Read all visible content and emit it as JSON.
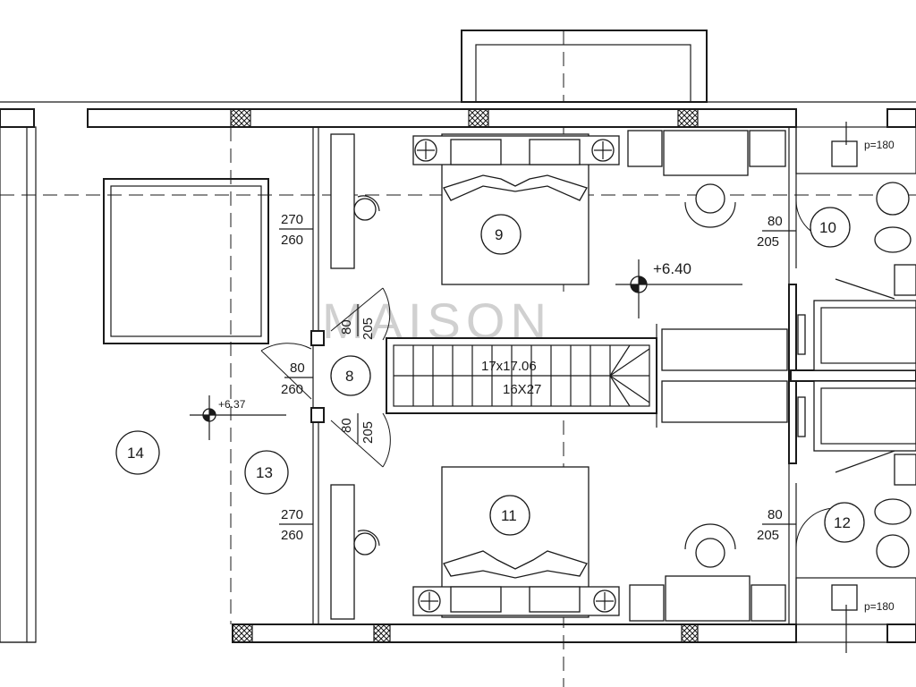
{
  "watermark": "MAISON",
  "rooms": {
    "r8": "8",
    "r9": "9",
    "r10": "10",
    "r11": "11",
    "r12": "12",
    "r13": "13",
    "r14": "14"
  },
  "elevations": {
    "main": "+6.40",
    "terrace": "+6.37"
  },
  "stairs": {
    "line1": "17x17.06",
    "line2": "16X27"
  },
  "openings": {
    "room9_window_a": "270",
    "room9_window_b": "260",
    "room11_window_a": "270",
    "room11_window_b": "260",
    "door8_a": "80",
    "door8_b": "260",
    "door9_a": "80",
    "door9_b": "205",
    "door11_a": "80",
    "door11_b": "205",
    "door10_a": "80",
    "door10_b": "205",
    "door12_a": "80",
    "door12_b": "205"
  },
  "parapets": {
    "top": "p=180",
    "bottom": "p=180"
  }
}
